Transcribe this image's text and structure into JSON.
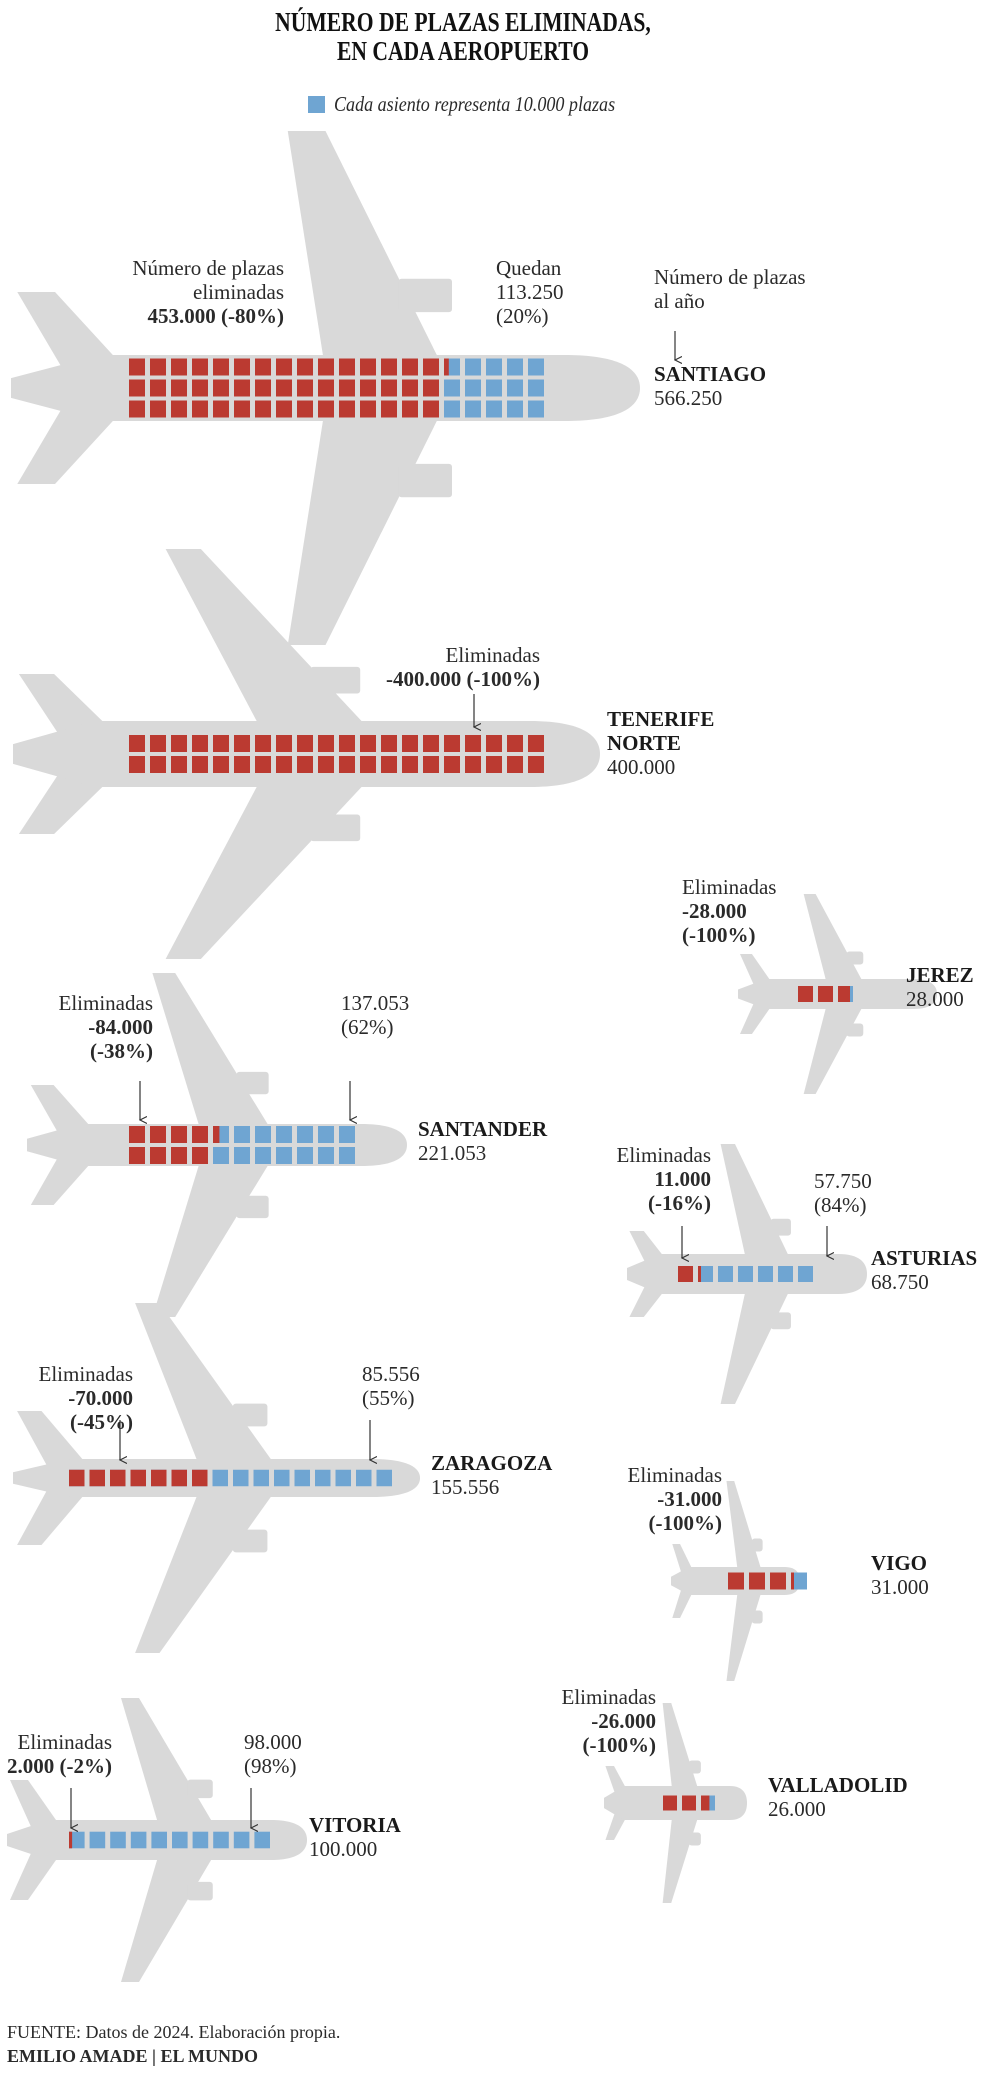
{
  "title": {
    "line1": "NÚMERO DE PLAZAS ELIMINADAS,",
    "line2": "EN CADA AEROPUERTO"
  },
  "legend": {
    "text": "Cada asiento representa 10.000 plazas"
  },
  "colors": {
    "eliminated": "#bb3a31",
    "remaining": "#6fa5d2",
    "plane": "#d9d9d9",
    "arrow": "#333333"
  },
  "seat_unit": 10000,
  "chart_data": {
    "type": "pictogram",
    "title": "Número de plazas eliminadas, en cada aeropuerto",
    "unit": "Cada asiento representa 10.000 plazas",
    "categories": [
      "Santiago",
      "Tenerife Norte",
      "Jerez",
      "Santander",
      "Asturias",
      "Zaragoza",
      "Vigo",
      "Valladolid",
      "Vitoria"
    ],
    "series": [
      {
        "name": "Eliminadas",
        "values": [
          453000,
          400000,
          28000,
          84000,
          11000,
          70000,
          31000,
          26000,
          2000
        ]
      },
      {
        "name": "Quedan",
        "values": [
          113250,
          0,
          0,
          137053,
          57750,
          85556,
          0,
          0,
          98000
        ]
      },
      {
        "name": "Total al año",
        "values": [
          566250,
          400000,
          28000,
          221053,
          68750,
          155556,
          31000,
          26000,
          100000
        ]
      }
    ]
  },
  "airports": [
    {
      "name_lines": [
        "SANTIAGO"
      ],
      "total_label": "566.250",
      "total": 566250,
      "eliminated": 453000,
      "eliminated_lines": [
        "Número de plazas",
        "eliminadas",
        "453.000 (-80%)"
      ],
      "remaining_lines": [
        "Quedan",
        "113.250",
        "(20%)"
      ],
      "note_lines": [
        "Número de plazas",
        "al año"
      ]
    },
    {
      "name_lines": [
        "TENERIFE",
        "NORTE"
      ],
      "total_label": "400.000",
      "total": 400000,
      "eliminated": 400000,
      "eliminated_lines": [
        "Eliminadas",
        "-400.000 (-100%)"
      ]
    },
    {
      "name_lines": [
        "JEREZ"
      ],
      "total_label": "28.000",
      "total": 28000,
      "eliminated": 28000,
      "eliminated_lines": [
        "Eliminadas",
        "-28.000",
        "(-100%)"
      ]
    },
    {
      "name_lines": [
        "SANTANDER"
      ],
      "total_label": "221.053",
      "total": 221053,
      "eliminated": 84000,
      "eliminated_lines": [
        "Eliminadas",
        "-84.000",
        "(-38%)"
      ],
      "remaining_lines": [
        "137.053",
        "(62%)"
      ]
    },
    {
      "name_lines": [
        "ASTURIAS"
      ],
      "total_label": "68.750",
      "total": 68750,
      "eliminated": 11000,
      "eliminated_lines": [
        "Eliminadas",
        "11.000",
        "(-16%)"
      ],
      "remaining_lines": [
        "57.750",
        "(84%)"
      ]
    },
    {
      "name_lines": [
        "ZARAGOZA"
      ],
      "total_label": "155.556",
      "total": 155556,
      "eliminated": 70000,
      "eliminated_lines": [
        "Eliminadas",
        "-70.000",
        "(-45%)"
      ],
      "remaining_lines": [
        "85.556",
        "(55%)"
      ]
    },
    {
      "name_lines": [
        "VIGO"
      ],
      "total_label": "31.000",
      "total": 31000,
      "eliminated": 31000,
      "eliminated_lines": [
        "Eliminadas",
        "-31.000",
        "(-100%)"
      ]
    },
    {
      "name_lines": [
        "VALLADOLID"
      ],
      "total_label": "26.000",
      "total": 26000,
      "eliminated": 26000,
      "eliminated_lines": [
        "Eliminadas",
        "-26.000",
        "(-100%)"
      ]
    },
    {
      "name_lines": [
        "VITORIA"
      ],
      "total_label": "100.000",
      "total": 100000,
      "eliminated": 2000,
      "eliminated_lines": [
        "Eliminadas",
        "2.000 (-2%)"
      ],
      "remaining_lines": [
        "98.000",
        "(98%)"
      ]
    }
  ],
  "footer": {
    "source": "FUENTE: Datos de 2024. Elaboración propia.",
    "credit": "EMILIO AMADE | EL MUNDO"
  }
}
